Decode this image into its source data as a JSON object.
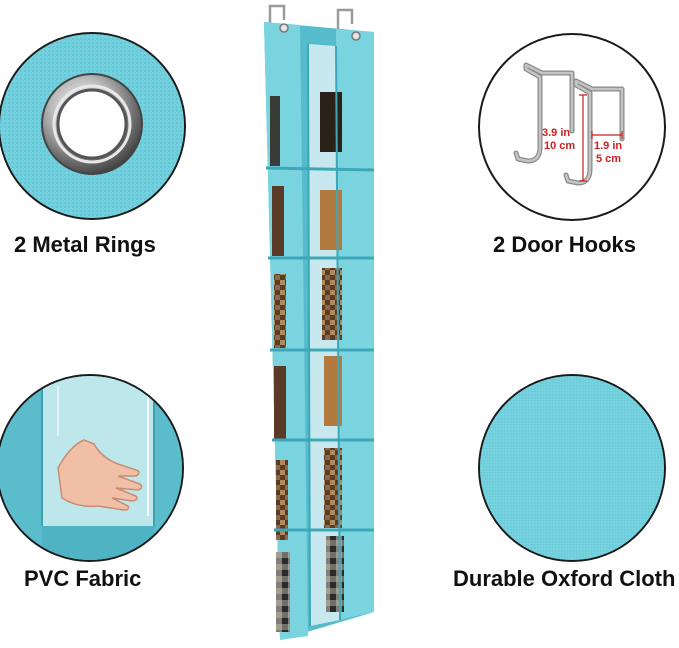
{
  "features": {
    "metal_rings": "2 Metal Rings",
    "door_hooks": "2 Door Hooks",
    "pvc_fabric": "PVC Fabric",
    "oxford_cloth": "Durable Oxford Cloth"
  },
  "hook_dimensions": {
    "height_in": "3.9 in",
    "height_cm": "10 cm",
    "depth_in": "1.9 in",
    "depth_cm": "5 cm"
  },
  "colors": {
    "fabric_blue": "#6fd0df",
    "fabric_dark": "#4fb6c6",
    "dimension_red": "#cc1f1f"
  },
  "icons": [
    "grommet-icon",
    "door-hook-icon",
    "hand-icon",
    "fabric-texture"
  ]
}
